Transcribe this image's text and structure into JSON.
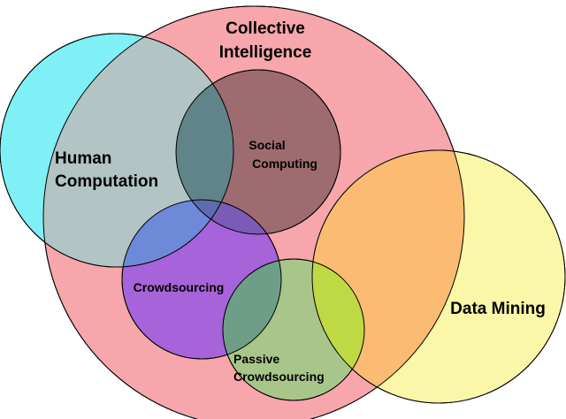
{
  "diagram": {
    "type": "venn",
    "sets": [
      {
        "id": "collective-intelligence",
        "lines": [
          "Collective",
          "Intelligence"
        ],
        "color": "#F7A6AB"
      },
      {
        "id": "human-computation",
        "lines": [
          "Human",
          "Computation"
        ],
        "color": "#7FF0F5"
      },
      {
        "id": "social-computing",
        "lines": [
          "Social",
          "Computing"
        ],
        "color": "#9E6B70"
      },
      {
        "id": "crowdsourcing",
        "lines": [
          "Crowdsourcing"
        ],
        "color": "#A763D9"
      },
      {
        "id": "data-mining",
        "lines": [
          "Data Mining"
        ],
        "color": "#FAF8A8"
      },
      {
        "id": "passive-crowdsourcing",
        "lines": [
          "Passive",
          "Crowdsourcing"
        ],
        "color": "#A9C68A"
      }
    ],
    "outline_color": "#000000"
  }
}
